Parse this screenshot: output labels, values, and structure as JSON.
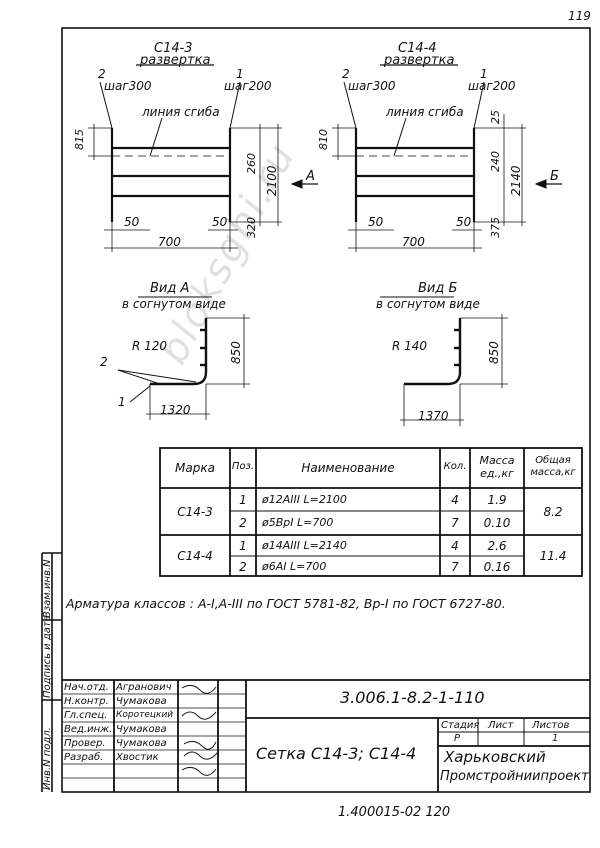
{
  "page_number": "119",
  "drawing_left": {
    "title": "С14-3",
    "subtitle": "развертка",
    "pos2_label": "2",
    "pos2_step": "шаг300",
    "pos1_label": "1",
    "pos1_step": "шаг200",
    "bend_line_label": "линия сгиба",
    "dim_815": "815",
    "dim_260": "260",
    "dim_320": "320",
    "dim_2100": "2100",
    "dim_50_left": "50",
    "dim_50_right": "50",
    "dim_700": "700",
    "view_arrow": "А"
  },
  "drawing_right": {
    "title": "С14-4",
    "subtitle": "развертка",
    "pos2_label": "2",
    "pos2_step": "шаг300",
    "pos1_label": "1",
    "pos1_step": "шаг200",
    "bend_line_label": "линия сгиба",
    "dim_810": "810",
    "dim_25": "25",
    "dim_240": "240",
    "dim_375": "375",
    "dim_2140": "2140",
    "dim_50_left": "50",
    "dim_50_right": "50",
    "dim_700": "700",
    "view_arrow": "Б"
  },
  "view_a": {
    "title": "Вид А",
    "subtitle": "в согнутом виде",
    "radius": "R 120",
    "dim_850": "850",
    "dim_1320": "1320",
    "pos2": "2",
    "pos1": "1"
  },
  "view_b": {
    "title": "Вид Б",
    "subtitle": "в согнутом виде",
    "radius": "R 140",
    "dim_850": "850",
    "dim_1370": "1370"
  },
  "spec_table": {
    "headers": [
      "Марка",
      "Поз.",
      "Наименование",
      "Кол.",
      "Масса ед.,кг",
      "Общая масса,кг"
    ],
    "groups": [
      {
        "mark": "С14-3",
        "total": "8.2",
        "rows": [
          {
            "pos": "1",
            "name": "ø12АIII  L=2100",
            "qty": "4",
            "mass": "1.9"
          },
          {
            "pos": "2",
            "name": "ø5ВрI   L=700",
            "qty": "7",
            "mass": "0.10"
          }
        ]
      },
      {
        "mark": "С14-4",
        "total": "11.4",
        "rows": [
          {
            "pos": "1",
            "name": "ø14АIII  L=2140",
            "qty": "4",
            "mass": "2.6"
          },
          {
            "pos": "2",
            "name": "ø6АI    L=700",
            "qty": "7",
            "mass": "0.16"
          }
        ]
      }
    ]
  },
  "note": "Арматура классов : А-I,А-III по ГОСТ 5781-82, Вр-I по ГОСТ 6727-80.",
  "side_stamp": {
    "inv_podl": "Инв.N подл.",
    "podpis": "Подпись и дата",
    "vzam": "Взам.инв.N"
  },
  "title_block": {
    "doc_code": "3.006.1-8.2-1-110",
    "title": "Сетка  С14-3; С14-4",
    "stage_label": "Стадия",
    "sheet_label": "Лист",
    "sheets_label": "Листов",
    "stage": "Р",
    "sheets": "1",
    "org_line1": "Харьковский",
    "org_line2": "Промстройниипроект",
    "roles": [
      {
        "role": "Нач.отд.",
        "name": "Агранович"
      },
      {
        "role": "Н.контр.",
        "name": "Чумакова"
      },
      {
        "role": "Гл.спец.",
        "name": "Коротецкий"
      },
      {
        "role": "Вед.инж.",
        "name": "Чумакова"
      },
      {
        "role": "Провер.",
        "name": "Чумакова"
      },
      {
        "role": "Разраб.",
        "name": "Хвостик"
      }
    ]
  },
  "bottom_code": "1.400015-02    120",
  "watermark": "bloksgbi.ru"
}
